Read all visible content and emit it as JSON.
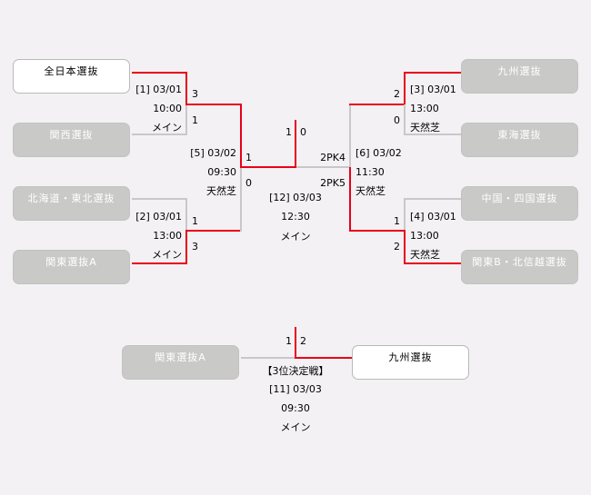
{
  "teams": {
    "t1": "全日本選抜",
    "t2": "関西選抜",
    "t3": "北海道・東北選抜",
    "t4": "関東選抜A",
    "t5": "九州選抜",
    "t6": "東海選抜",
    "t7": "中国・四国選抜",
    "t8": "関東B・北信越選抜",
    "third_left": "関東選抜A",
    "third_right": "九州選抜"
  },
  "matches": {
    "m1": {
      "label": "[1] 03/01",
      "time": "10:00",
      "venue": "メイン",
      "score_top": "3",
      "score_bottom": "1"
    },
    "m2": {
      "label": "[2] 03/01",
      "time": "13:00",
      "venue": "メイン",
      "score_top": "1",
      "score_bottom": "3"
    },
    "m3": {
      "label": "[3] 03/01",
      "time": "13:00",
      "venue": "天然芝",
      "score_top": "2",
      "score_bottom": "0"
    },
    "m4": {
      "label": "[4] 03/01",
      "time": "13:00",
      "venue": "天然芝",
      "score_top": "1",
      "score_bottom": "2"
    },
    "m5": {
      "label": "[5] 03/02",
      "time": "09:30",
      "venue": "天然芝",
      "score_top": "1",
      "score_bottom": "0"
    },
    "m6": {
      "label": "[6] 03/02",
      "time": "11:30",
      "venue": "天然芝",
      "score_top": "2PK4",
      "score_bottom": "2PK5"
    },
    "final": {
      "label": "[12] 03/03",
      "time": "12:30",
      "venue": "メイン",
      "score_left": "1",
      "score_right": "0"
    },
    "third": {
      "title": "【3位決定戦】",
      "label": "[11] 03/03",
      "time": "09:30",
      "venue": "メイン",
      "score_left": "1",
      "score_right": "2"
    }
  },
  "colors": {
    "winner_line": "#e8001a",
    "loser_line": "#c8c8c8",
    "background": "#f3f1f4"
  }
}
